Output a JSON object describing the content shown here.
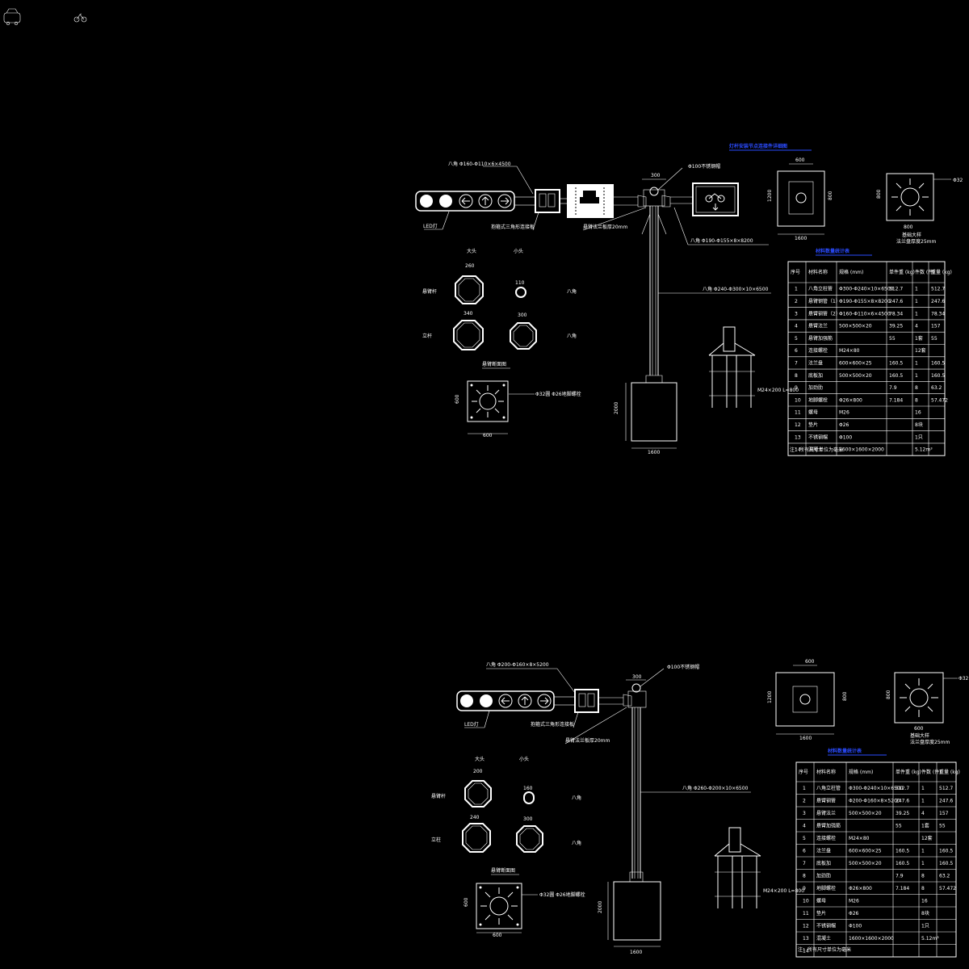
{
  "top_icons": {
    "car_icon": "car",
    "bike_icon": "bicycle"
  },
  "upper": {
    "labels": {
      "arm_spec": "八角 Φ160-Φ110×6×4500",
      "led": "LED灯",
      "bracket": "抱箍式三角形连接板",
      "flange_note": "悬臂法兰板厚20mm",
      "arm2_spec": "八角 Φ190-Φ155×8×8200",
      "pole_spec": "八角 Φ240-Φ300×10×6500",
      "cap": "Φ100不锈钢帽",
      "dim_top": "300",
      "title_blue": "灯杆安装节点连接件详细图",
      "table_title_blue": "材料数量统计表",
      "sec_big": "大头",
      "sec_small": "小头",
      "sec_arm": "悬臂杆",
      "sec_pole": "立杆",
      "octagon": "八角",
      "octagon2": "八角",
      "d_a": "260",
      "d_b": "110",
      "d_c": "340",
      "d_d": "300",
      "sec_caption": "悬臂断面图",
      "flange_label": "Φ32圆 Φ26地脚螺栓",
      "dim_600a": "600",
      "dim_600b": "600",
      "dim_h": "2000",
      "dim_w": "1600",
      "base_dim_1": "600",
      "base_dim_2": "1200",
      "base_dim_3": "800",
      "base_dim_4": "1600",
      "base_dim_5": "800",
      "base_dim_6": "800",
      "base_note1": "基础大样",
      "base_note2": "法兰盘厚度25mm",
      "phi": "Φ32",
      "bolt_label": "M24×200 L=800",
      "note": "注：所有尺寸单位为毫米"
    },
    "table": {
      "headers": [
        "序号",
        "材料名称",
        "规格 (mm)",
        "单件重 (kg)",
        "件数 (件)",
        "重量 (kg)"
      ],
      "rows": [
        [
          "1",
          "八角立柱管",
          "Φ300-Φ240×10×6500",
          "512.7",
          "1",
          "512.7"
        ],
        [
          "2",
          "悬臂钢管（1）",
          "Φ190-Φ155×8×8200",
          "247.6",
          "1",
          "247.6"
        ],
        [
          "3",
          "悬臂钢管（2）",
          "Φ160-Φ110×6×4500",
          "78.34",
          "1",
          "78.34"
        ],
        [
          "4",
          "悬臂法兰",
          "500×500×20",
          "39.25",
          "4",
          "157"
        ],
        [
          "5",
          "悬臂加强筋",
          "",
          "55",
          "1套",
          "55"
        ],
        [
          "6",
          "连接螺栓",
          "M24×80",
          "",
          "12套",
          ""
        ],
        [
          "7",
          "法兰盘",
          "600×600×25",
          "160.5",
          "1",
          "160.5"
        ],
        [
          "8",
          "底板加",
          "500×500×20",
          "160.5",
          "1",
          "160.5"
        ],
        [
          "9",
          "加劲肋",
          "",
          "7.9",
          "8",
          "63.2"
        ],
        [
          "10",
          "地脚螺栓",
          "Φ26×800",
          "7.184",
          "8",
          "57.472"
        ],
        [
          "11",
          "螺母",
          "M26",
          "",
          "16",
          ""
        ],
        [
          "12",
          "垫片",
          "Φ26",
          "",
          "8块",
          ""
        ],
        [
          "13",
          "不锈钢帽",
          "Φ100",
          "",
          "1只",
          ""
        ],
        [
          "14",
          "混凝土",
          "1600×1600×2000",
          "",
          "5.12m³",
          ""
        ]
      ]
    }
  },
  "lower": {
    "labels": {
      "arm_spec": "八角 Φ200-Φ160×8×5200",
      "led": "LED灯",
      "bracket": "抱箍式三角形连接板",
      "flange_note": "悬臂法兰板厚20mm",
      "pole_spec": "八角 Φ260-Φ200×10×6500",
      "cap": "Φ100不锈钢帽",
      "dim_top": "300",
      "table_title_blue": "材料数量统计表",
      "sec_big": "大头",
      "sec_small": "小头",
      "sec_arm": "悬臂杆",
      "sec_pole": "立柱",
      "octagon": "八角",
      "octagon2": "八角",
      "d_a": "200",
      "d_b": "160",
      "d_c": "240",
      "d_d": "300",
      "sec_caption": "悬臂断面图",
      "flange_label": "Φ32圆 Φ26地脚螺栓",
      "dim_600a": "600",
      "dim_600b": "600",
      "dim_h": "2000",
      "dim_w": "1600",
      "base_dim_1": "600",
      "base_dim_2": "1200",
      "base_dim_3": "800",
      "base_dim_4": "1600",
      "base_dim_5": "800",
      "base_dim_6": "600",
      "base_note1": "基础大样",
      "base_note2": "法兰盘厚度25mm",
      "phi": "Φ32",
      "bolt_label": "M24×200 L=800",
      "note": "注：所有尺寸单位为毫米"
    },
    "table": {
      "headers": [
        "序号",
        "材料名称",
        "规格 (mm)",
        "单件重 (kg)",
        "件数 (件)",
        "重量 (kg)"
      ],
      "rows": [
        [
          "1",
          "八角立柱管",
          "Φ300-Φ240×10×6500",
          "512.7",
          "1",
          "512.7"
        ],
        [
          "2",
          "悬臂钢管",
          "Φ200-Φ160×8×5200",
          "247.6",
          "1",
          "247.6"
        ],
        [
          "3",
          "悬臂法兰",
          "500×500×20",
          "39.25",
          "4",
          "157"
        ],
        [
          "4",
          "悬臂加强筋",
          "",
          "55",
          "1套",
          "55"
        ],
        [
          "5",
          "连接螺栓",
          "M24×80",
          "",
          "12套",
          ""
        ],
        [
          "6",
          "法兰盘",
          "600×600×25",
          "160.5",
          "1",
          "160.5"
        ],
        [
          "7",
          "底板加",
          "500×500×20",
          "160.5",
          "1",
          "160.5"
        ],
        [
          "8",
          "加劲肋",
          "",
          "7.9",
          "8",
          "63.2"
        ],
        [
          "9",
          "地脚螺栓",
          "Φ26×800",
          "7.184",
          "8",
          "57.472"
        ],
        [
          "10",
          "螺母",
          "M26",
          "",
          "16",
          ""
        ],
        [
          "11",
          "垫片",
          "Φ26",
          "",
          "8块",
          ""
        ],
        [
          "12",
          "不锈钢帽",
          "Φ100",
          "",
          "1只",
          ""
        ],
        [
          "13",
          "混凝土",
          "1600×1600×2000",
          "",
          "5.12m³",
          ""
        ],
        [
          "14",
          "",
          "",
          "",
          "",
          ""
        ]
      ]
    }
  }
}
